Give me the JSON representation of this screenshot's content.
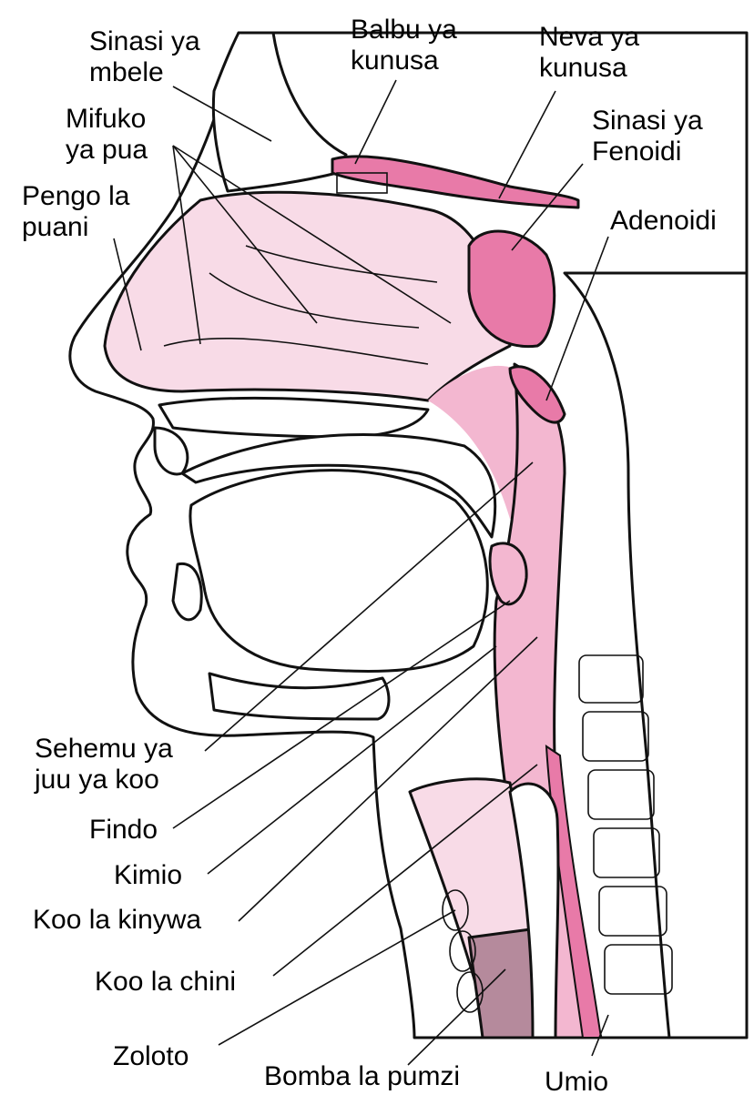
{
  "colors": {
    "pink_light": "#f8dbe7",
    "pink_mid": "#f3b7d0",
    "pink_strong": "#e87aa8",
    "magenta_dark": "#9b3a68",
    "mauve_trachea": "#b58a9c",
    "bone_fill": "#ffffff",
    "outline": "#111111"
  },
  "labels": {
    "sinasi_mbele": [
      "Sinasi ya",
      "mbele"
    ],
    "mifuko_pua": [
      "Mifuko",
      "ya pua"
    ],
    "pengo_puani": [
      "Pengo la",
      "puani"
    ],
    "balbu_kunusa": [
      "Balbu ya",
      "kunusa"
    ],
    "neva_kunusa": [
      "Neva ya",
      "kunusa"
    ],
    "sinasi_fenoidi": [
      "Sinasi ya",
      "Fenoidi"
    ],
    "adenoidi": [
      "Adenoidi"
    ],
    "sehemu_koo": [
      "Sehemu ya",
      "juu ya koo"
    ],
    "findo": [
      "Findo"
    ],
    "kimio": [
      "Kimio"
    ],
    "koo_kinywa": [
      "Koo la kinywa"
    ],
    "koo_chini": [
      "Koo la chini"
    ],
    "zoloto": [
      "Zoloto"
    ],
    "bomba_pumzi": [
      "Bomba la pumzi"
    ],
    "umio": [
      "Umio"
    ]
  }
}
